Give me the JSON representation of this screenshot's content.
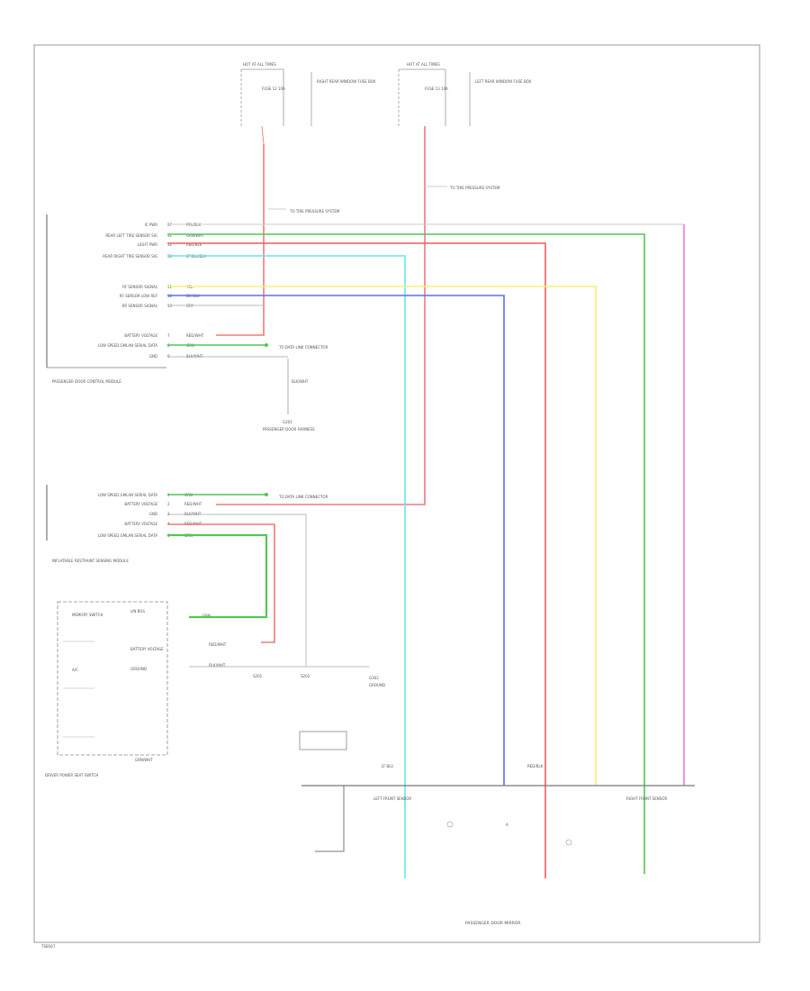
{
  "page": {
    "corner_code": "TSB567"
  },
  "fuses": [
    {
      "id": "fuse-left",
      "header": "HOT AT ALL TIMES",
      "fuse_label": "FUSE 12 10A",
      "note": "RIGHT REAR WINDOW FUSE BOX"
    },
    {
      "id": "fuse-right",
      "header": "HOT AT ALL TIMES",
      "fuse_label": "FUSE 13 10A",
      "note": "LEFT REAR WINDOW FUSE BOX"
    }
  ],
  "connectors": {
    "pcm_top": {
      "pins": [
        {
          "label": "IC PWR",
          "code": "27",
          "wire": "PPL/BLK"
        },
        {
          "label": "REAR LEFT TIRE SENSOR SIG",
          "code": "31",
          "wire": "GRN/WHT"
        },
        {
          "label": "LIGHT PWR",
          "code": "32",
          "wire": "RED/BLK"
        },
        {
          "label": "REAR RIGHT TIRE SENSOR SIG",
          "code": "30",
          "wire": "LT BLU/BLK"
        }
      ]
    },
    "pcm_mid": {
      "pins": [
        {
          "label": "RF SENSOR SIGNAL",
          "code": "11",
          "wire": "YEL"
        },
        {
          "label": "RF SENSOR LOW REF",
          "code": "12",
          "wire": "DK BLU"
        },
        {
          "label": "RR SENSOR SIGNAL",
          "code": "13",
          "wire": "GRY"
        }
      ]
    },
    "pcm_bottom": {
      "pins": [
        {
          "label": "BATTERY VOLTAGE",
          "code": "7",
          "wire": "RED/WHT"
        },
        {
          "label": "LOW SPEED GMLAN SERIAL DATA",
          "code": "8",
          "wire": "GRN"
        },
        {
          "label": "GND",
          "code": "9",
          "wire": "BLK/WHT"
        }
      ],
      "data_link": "TO DATA LINK CONNECTOR",
      "module_name": "PASSENGER DOOR CONTROL MODULE"
    },
    "bcm": {
      "pins": [
        {
          "label": "LOW SPEED GMLAN SERIAL DATA",
          "code": "1",
          "wire": "GRN"
        },
        {
          "label": "BATTERY VOLTAGE",
          "code": "2",
          "wire": "RED/WHT"
        },
        {
          "label": "GND",
          "code": "3",
          "wire": "BLK/WHT"
        },
        {
          "label": "BATTERY VOLTAGE",
          "code": "4",
          "wire": "RED/WHT"
        },
        {
          "label": "LOW SPEED GMLAN SERIAL DATA",
          "code": "5",
          "wire": "GRN"
        }
      ],
      "data_link": "TO DATA LINK CONNECTOR",
      "module_name": "INFLATABLE RESTRAINT SENSING MODULE",
      "left_top_note": "GRN/WHT",
      "ground_note": "G302",
      "ground_label": "GROUND",
      "switch_label": "DRIVER POWER SEAT SWITCH",
      "inner": [
        {
          "label": "LIN BUS",
          "wire": "GRN"
        },
        {
          "label": "BATTERY VOLTAGE",
          "wire": "RED/WHT"
        },
        {
          "label": "GROUND",
          "wire": "BLK/WHT"
        }
      ],
      "splice_labels": [
        "S201",
        "S202"
      ]
    }
  },
  "ground_top": {
    "wire": "BLK/WHT",
    "label": "G201",
    "note": "PASSENGER DOOR HARNESS"
  },
  "switch_block": {
    "title": "MEMORY SWITCH",
    "note": "A/C"
  },
  "bottom_connectors": [
    {
      "label": "LEFT FRONT SENSOR",
      "wire": "LT BLU"
    },
    {
      "label": "RIGHT FRONT SENSOR",
      "wire": "RED/BLK"
    }
  ],
  "bottom_label": "PASSENGER DOOR MIRROR",
  "bottom_circle": {
    "label": "A"
  },
  "split_notes": [
    "TO TIRE PRESSURE SYSTEM",
    "TO TIRE PRESSURE SYSTEM"
  ]
}
